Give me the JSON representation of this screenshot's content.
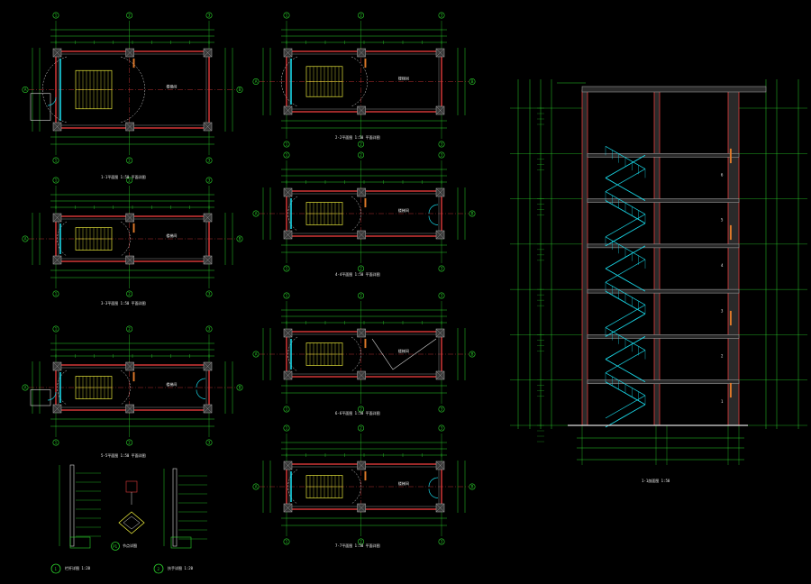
{
  "drawing": {
    "bg_color": "#000000",
    "colors": {
      "dim": "#2bd12b",
      "wall": "#e23b3b",
      "axis": "#e23b3b",
      "stair": "#e6e63a",
      "rail": "#19d6e6",
      "text": "#f2f2f2",
      "column": "#9a9a9a",
      "door": "#19d6e6",
      "orange": "#e07a2a"
    },
    "plan_axis_top": [
      "1",
      "2",
      "3"
    ],
    "plan_axis_side": [
      "A",
      "B",
      "C"
    ],
    "plans": [
      {
        "title": "1-1平面图  1:50  平面详图",
        "scale": "1:50"
      },
      {
        "title": "2-2平面图  1:50  平面详图",
        "scale": "1:50"
      },
      {
        "title": "3-3平面图  1:50  平面详图",
        "scale": "1:50"
      },
      {
        "title": "4-4平面图  1:50  平面详图",
        "scale": "1:50"
      },
      {
        "title": "5-5平面图  1:50  平面详图",
        "scale": "1:50"
      },
      {
        "title": "6-6平面图  1:50  平面详图",
        "scale": "1:50"
      },
      {
        "title": "7-7平面图  1:50  平面详图",
        "scale": "1:50"
      }
    ],
    "section": {
      "title": "1-1剖面图  1:50",
      "floors": 7
    },
    "details": [
      {
        "num": "1",
        "title": "栏杆详图  1:20"
      },
      {
        "num": "2",
        "title": "扶手详图  1:20"
      },
      {
        "num": "P1",
        "title": "节点详图"
      }
    ],
    "room_label": "楼梯间"
  }
}
